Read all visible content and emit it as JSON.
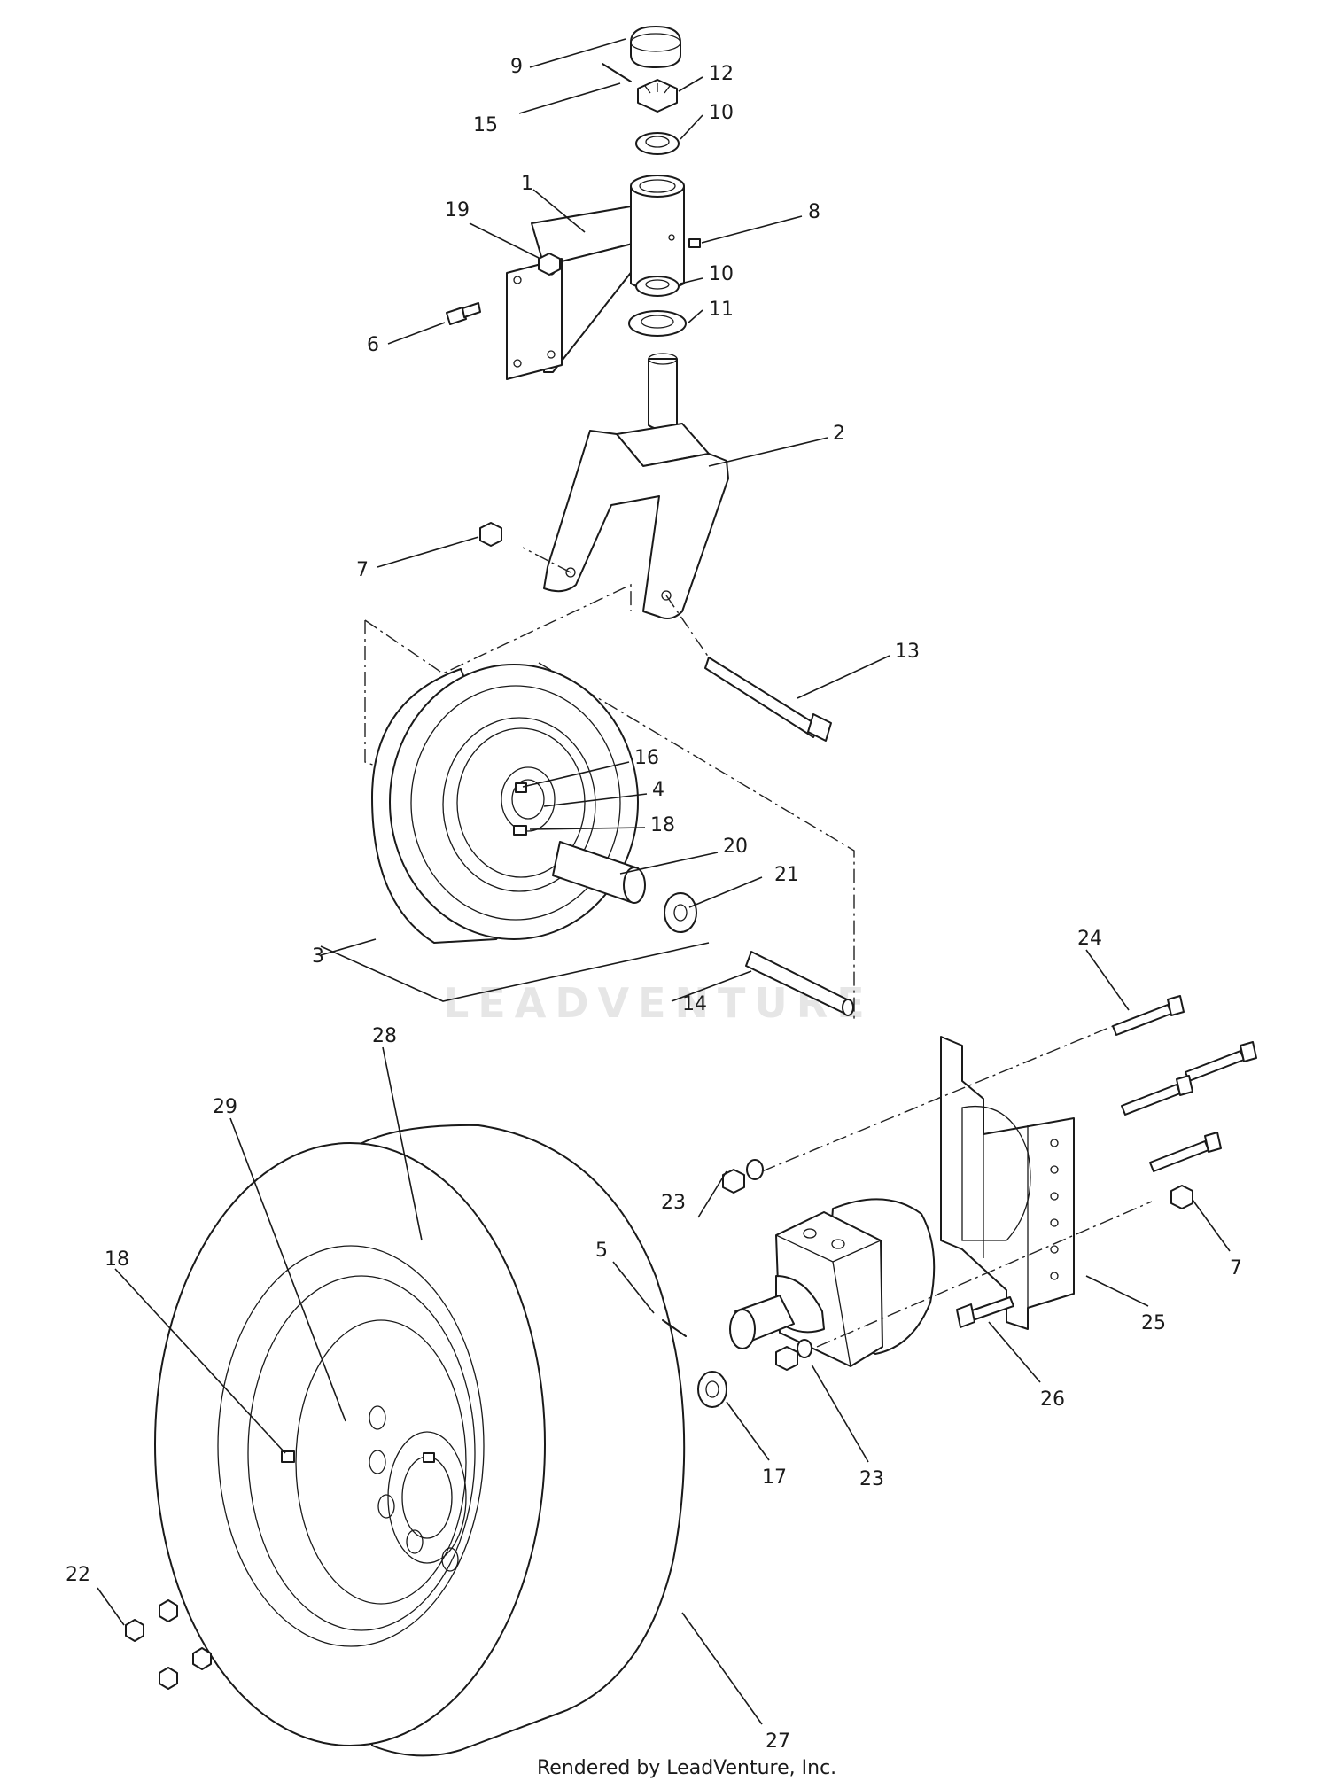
{
  "watermark": "LEADVENTURE",
  "footer": "Rendered by LeadVenture, Inc.",
  "callouts": [
    {
      "id": "c9",
      "label": "9"
    },
    {
      "id": "c12",
      "label": "12"
    },
    {
      "id": "c15",
      "label": "15"
    },
    {
      "id": "c10a",
      "label": "10"
    },
    {
      "id": "c1",
      "label": "1"
    },
    {
      "id": "c8",
      "label": "8"
    },
    {
      "id": "c19",
      "label": "19"
    },
    {
      "id": "c10b",
      "label": "10"
    },
    {
      "id": "c11",
      "label": "11"
    },
    {
      "id": "c6",
      "label": "6"
    },
    {
      "id": "c2",
      "label": "2"
    },
    {
      "id": "c7a",
      "label": "7"
    },
    {
      "id": "c13",
      "label": "13"
    },
    {
      "id": "c16",
      "label": "16"
    },
    {
      "id": "c4",
      "label": "4"
    },
    {
      "id": "c18a",
      "label": "18"
    },
    {
      "id": "c20",
      "label": "20"
    },
    {
      "id": "c21",
      "label": "21"
    },
    {
      "id": "c3",
      "label": "3"
    },
    {
      "id": "c14",
      "label": "14"
    },
    {
      "id": "c24",
      "label": "24"
    },
    {
      "id": "c28",
      "label": "28"
    },
    {
      "id": "c29",
      "label": "29"
    },
    {
      "id": "c23a",
      "label": "23"
    },
    {
      "id": "c5",
      "label": "5"
    },
    {
      "id": "c18b",
      "label": "18"
    },
    {
      "id": "c7b",
      "label": "7"
    },
    {
      "id": "c25",
      "label": "25"
    },
    {
      "id": "c26",
      "label": "26"
    },
    {
      "id": "c17",
      "label": "17"
    },
    {
      "id": "c23b",
      "label": "23"
    },
    {
      "id": "c22",
      "label": "22"
    },
    {
      "id": "c27",
      "label": "27"
    }
  ]
}
